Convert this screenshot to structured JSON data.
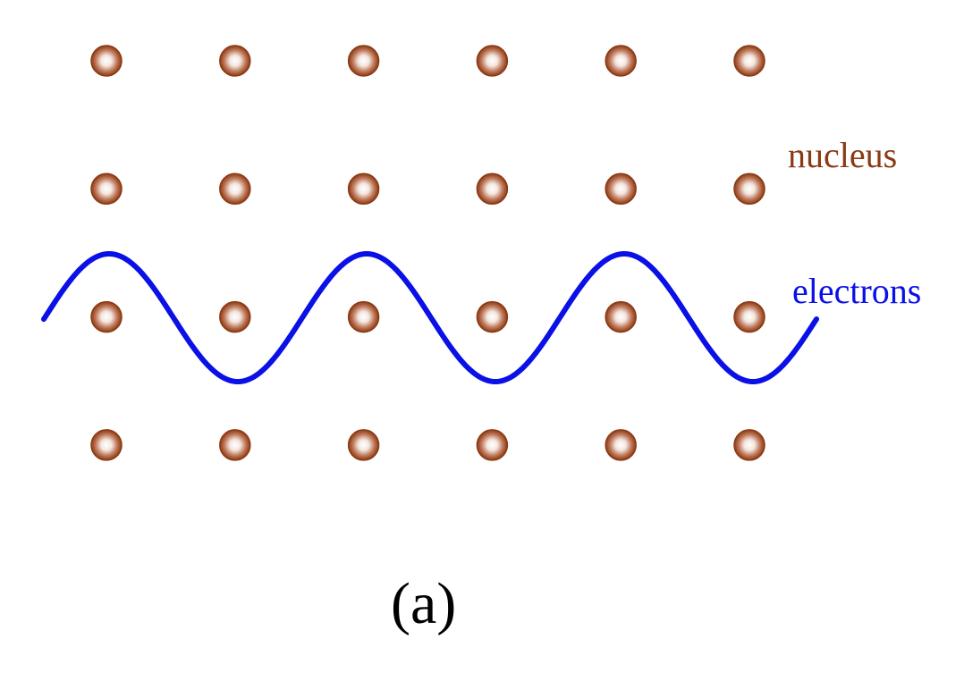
{
  "labels": {
    "nucleus": "nucleus",
    "electrons": "electrons",
    "caption": "(a)"
  },
  "lattice": {
    "rows": 4,
    "columns": 6,
    "element": "nucleus-icon"
  },
  "colors": {
    "nucleus_label": "#8b3a14",
    "nucleus_rim": "#8b3a14",
    "nucleus_center": "#ffffff",
    "electron_wave": "#0a10e6",
    "caption": "#000000"
  }
}
